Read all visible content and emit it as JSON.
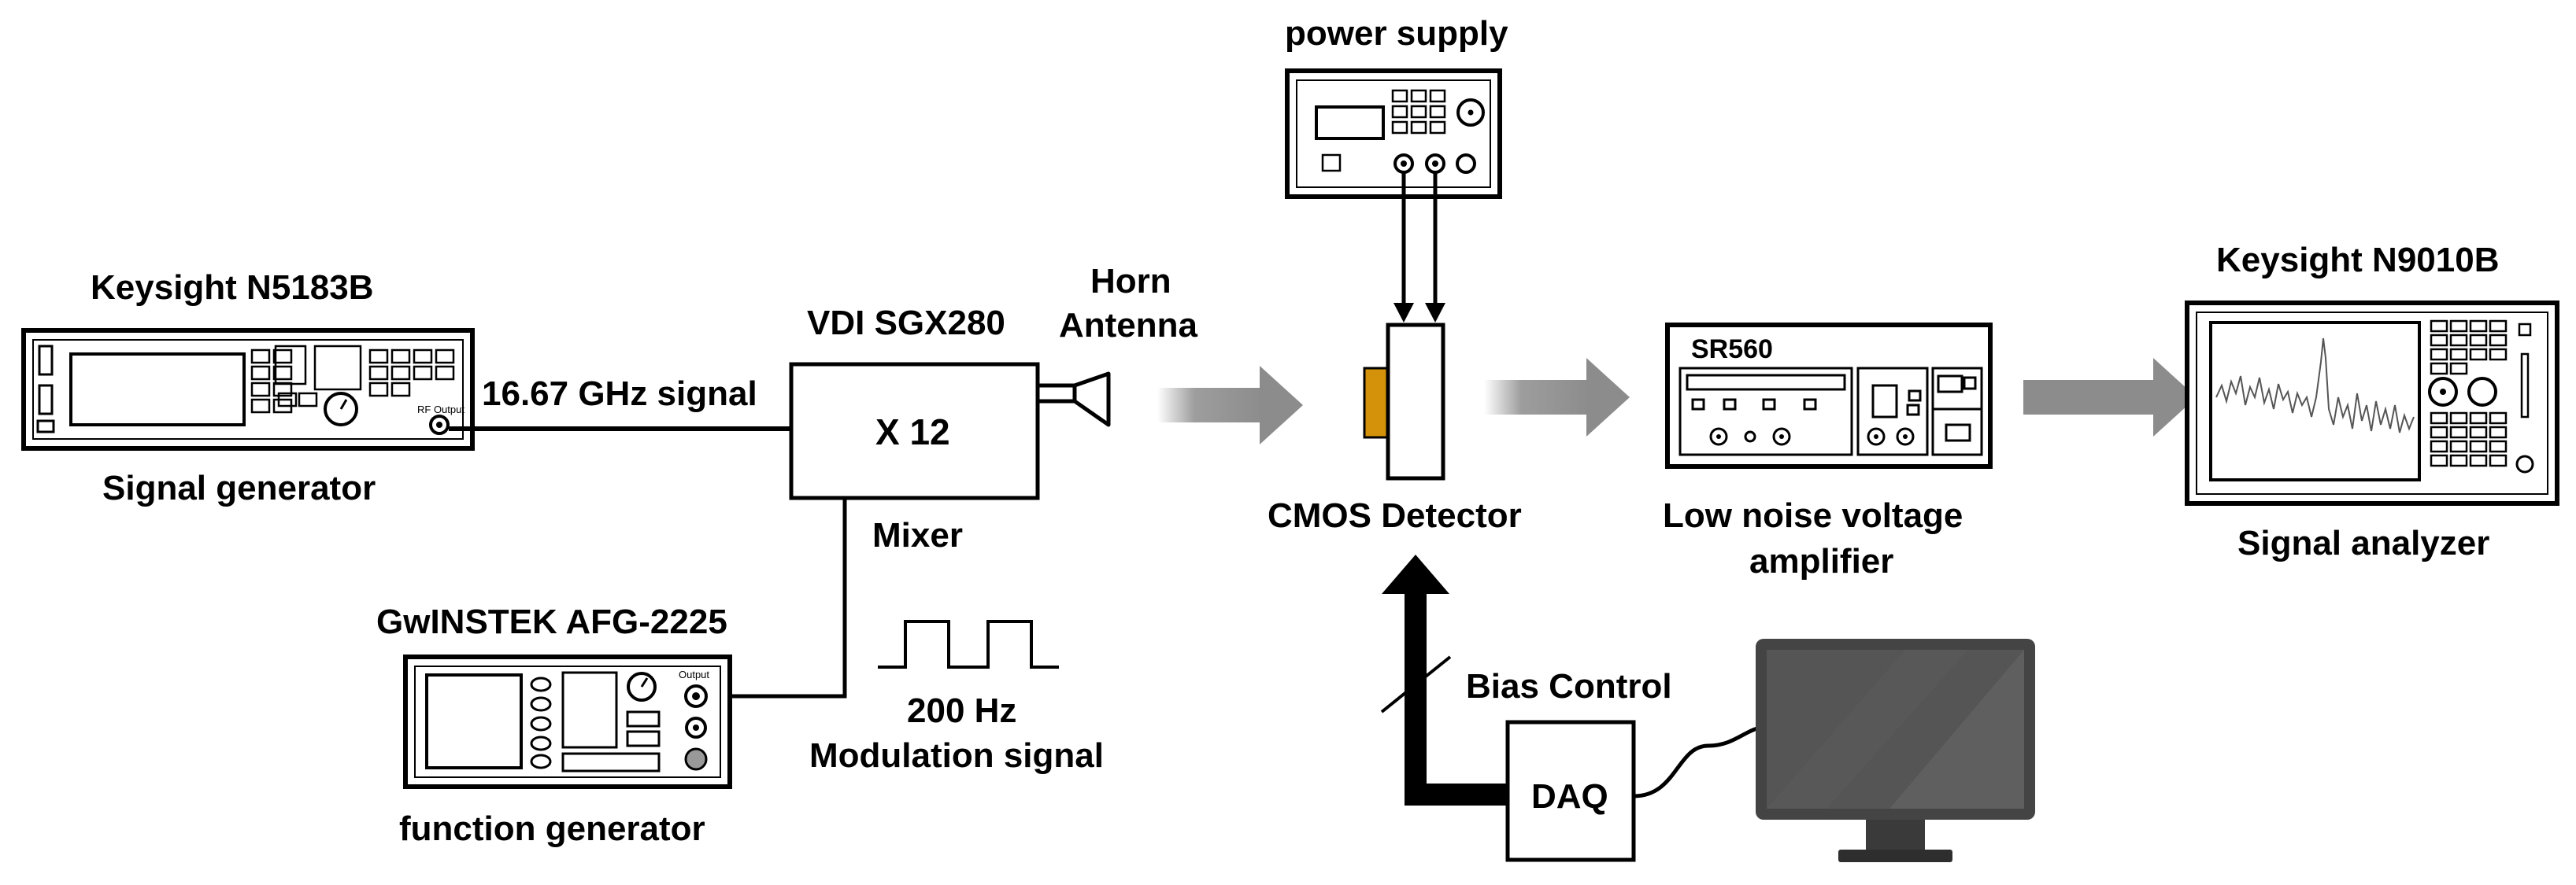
{
  "instruments": {
    "signal_generator": {
      "model": "Keysight N5183B",
      "caption": "Signal generator",
      "port_label": "RF Output"
    },
    "function_generator": {
      "model": "GwINSTEK AFG-2225",
      "caption": "function generator",
      "port_label": "Output"
    },
    "mixer": {
      "model": "VDI SGX280",
      "multiplier": "X 12",
      "caption": "Mixer"
    },
    "horn": {
      "line1": "Horn",
      "line2": "Antenna"
    },
    "power_supply": {
      "caption": "power supply"
    },
    "detector": {
      "caption": "CMOS Detector"
    },
    "lna": {
      "model": "SR560",
      "caption_line1": "Low noise voltage",
      "caption_line2": "amplifier"
    },
    "signal_analyzer": {
      "model": "Keysight N9010B",
      "caption": "Signal analyzer"
    },
    "daq": {
      "label": "DAQ",
      "bias_caption": "Bias Control"
    }
  },
  "signals": {
    "rf": "16.67 GHz signal",
    "modulation_line1": "200 Hz",
    "modulation_line2": "Modulation signal"
  },
  "colors": {
    "stroke": "#000000",
    "beam_arrow": "#8c8c8c",
    "detector_chip": "#d4920a",
    "monitor_bezel": "#444444",
    "monitor_screen": "#555555"
  }
}
